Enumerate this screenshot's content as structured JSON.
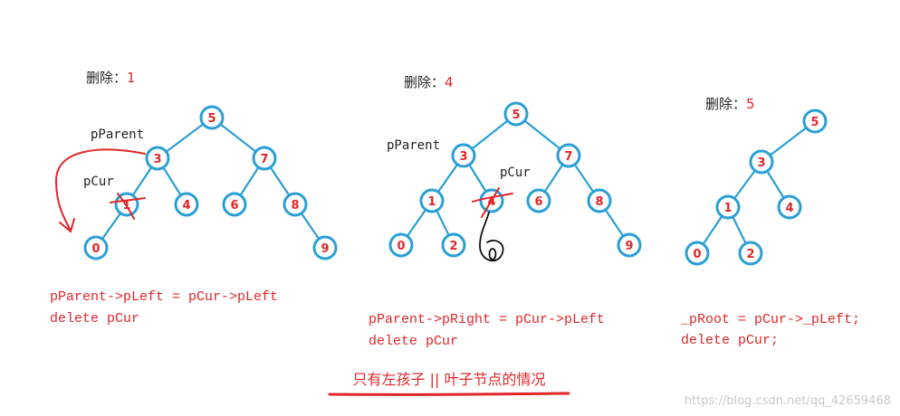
{
  "colors": {
    "tree": "#2a9fd6",
    "node_text": "#e0262a",
    "code": "#e0262a",
    "label": "#222222",
    "annotation_red": "#e0262a",
    "annotation_black": "#111111",
    "watermark": "#c8c8c8"
  },
  "panels": [
    {
      "heading_label": "删除：",
      "heading_value": "1",
      "pointer_labels": [
        "pParent",
        "pCur"
      ],
      "nodes": [
        "5",
        "3",
        "7",
        "1",
        "4",
        "6",
        "8",
        "0",
        "9"
      ],
      "code_lines": [
        "pParent->pLeft = pCur->pLeft",
        "delete pCur"
      ]
    },
    {
      "heading_label": "删除：",
      "heading_value": "4",
      "pointer_labels": [
        "pParent",
        "pCur"
      ],
      "nodes": [
        "5",
        "3",
        "7",
        "1",
        "4",
        "6",
        "8",
        "0",
        "2",
        "9"
      ],
      "code_lines": [
        "pParent->pRight = pCur->pLeft",
        "delete pCur"
      ]
    },
    {
      "heading_label": "删除：",
      "heading_value": "5",
      "pointer_labels": [],
      "nodes": [
        "5",
        "3",
        "1",
        "4",
        "0",
        "2"
      ],
      "code_lines": [
        "_pRoot = pCur->_pLeft;",
        "delete pCur;"
      ]
    }
  ],
  "caption": "只有左孩子 || 叶子节点的情况",
  "watermark": "https://blog.csdn.net/qq_42659468"
}
